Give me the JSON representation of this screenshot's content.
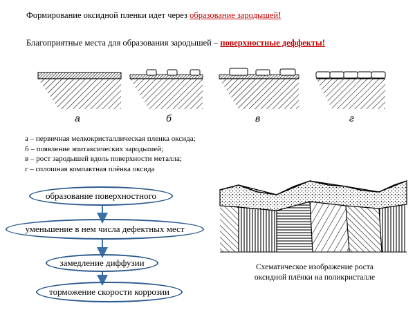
{
  "header": {
    "line1_text": "Формирование оксидной пленки идет через ",
    "line1_highlight": "образование зародышей",
    "line1_end": "!",
    "line2_text": "Благоприятные места для образования зародышей – ",
    "line2_highlight": "поверхностные деффекты",
    "line2_end": "!"
  },
  "stages": [
    {
      "letter": "а"
    },
    {
      "letter": "б"
    },
    {
      "letter": "в"
    },
    {
      "letter": "г"
    }
  ],
  "legend": [
    "а – первичная мелкокристаллическая пленка оксида;",
    "б – появление эпитаксических зародышей;",
    "в – рост зародышей вдоль поверхности металла;",
    "г – сплошная компактная плёнка оксида"
  ],
  "flow": [
    "образование поверхностного",
    "уменьшение в нем числа дефектных мест",
    "замедление диффузии",
    "торможение скорости коррозии"
  ],
  "caption": {
    "line1": "Схематическое изображение роста",
    "line2": "оксидной плёнки на поликристалле"
  },
  "colors": {
    "accent_red": "#c00000",
    "ellipse_border": "#2c5a8e",
    "arrow": "#3a6fa8"
  }
}
